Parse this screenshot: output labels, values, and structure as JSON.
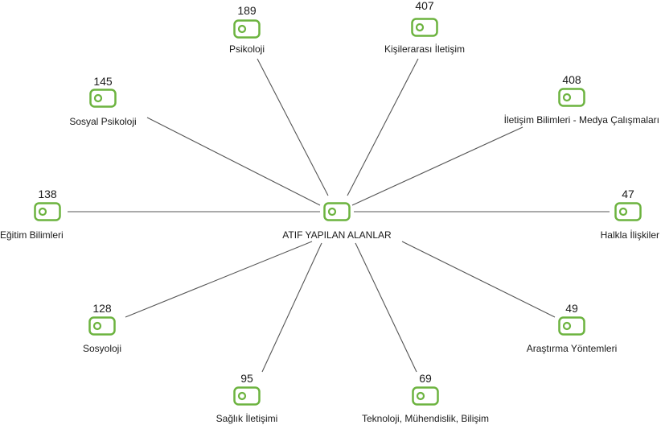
{
  "center": {
    "label": "ATIF YAPILAN ALANLAR",
    "icon": "tag-icon"
  },
  "accent_color": "#6cb33f",
  "line_color": "#555555",
  "nodes": [
    {
      "id": "psikoloji",
      "count": "189",
      "label": "Psikoloji",
      "icon": "tag-icon"
    },
    {
      "id": "kisilerarasi",
      "count": "407",
      "label": "Kişilerarası İletişim",
      "icon": "tag-icon"
    },
    {
      "id": "sosyal-psikoloji",
      "count": "145",
      "label": "Sosyal Psikoloji",
      "icon": "tag-icon"
    },
    {
      "id": "iletisim-bilimleri",
      "count": "408",
      "label": "İletişim Bilimleri - Medya Çalışmaları",
      "icon": "tag-icon"
    },
    {
      "id": "egitim-bilimleri",
      "count": "138",
      "label": "Eğitim Bilimleri",
      "icon": "tag-icon"
    },
    {
      "id": "halkla-iliskiler",
      "count": "47",
      "label": "Halkla İlişkiler",
      "icon": "tag-icon"
    },
    {
      "id": "sosyoloji",
      "count": "128",
      "label": "Sosyoloji",
      "icon": "tag-icon"
    },
    {
      "id": "arastirma-yontemleri",
      "count": "49",
      "label": "Araştırma Yöntemleri",
      "icon": "tag-icon"
    },
    {
      "id": "saglik-iletisimi",
      "count": "95",
      "label": "Sağlık İletişimi",
      "icon": "tag-icon"
    },
    {
      "id": "teknoloji",
      "count": "69",
      "label": "Teknoloji, Mühendislik, Bilişim",
      "icon": "tag-icon"
    }
  ]
}
